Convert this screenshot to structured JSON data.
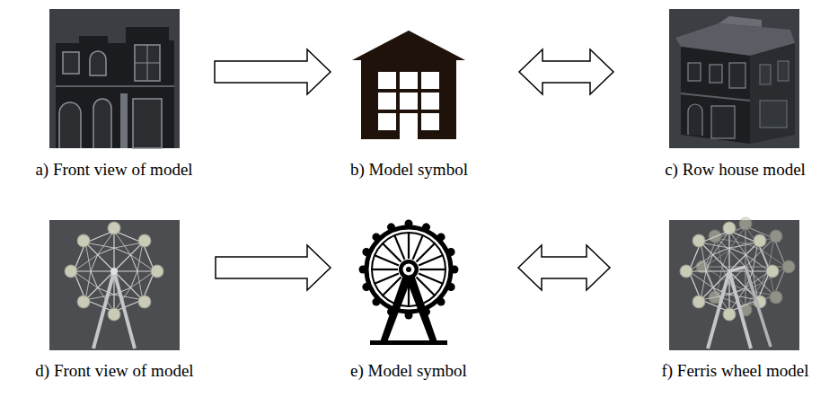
{
  "diagram": {
    "nodes": [
      {
        "text": [
          "a) Front view of model"
        ]
      },
      {
        "text": [
          "b) Model symbol"
        ]
      },
      {
        "text": [
          "c) Row house model"
        ]
      },
      {
        "text": [
          "d) Front view of model"
        ]
      },
      {
        "text": [
          "e) Model symbol"
        ]
      },
      {
        "text": [
          "f) Ferris wheel model"
        ]
      }
    ],
    "edges": [
      {
        "from": 0,
        "to": 1,
        "arrow": "to"
      },
      {
        "from": 1,
        "to": 2,
        "arrow": "both"
      },
      {
        "from": 3,
        "to": 4,
        "arrow": "to"
      },
      {
        "from": 4,
        "to": 5,
        "arrow": "both"
      }
    ]
  }
}
